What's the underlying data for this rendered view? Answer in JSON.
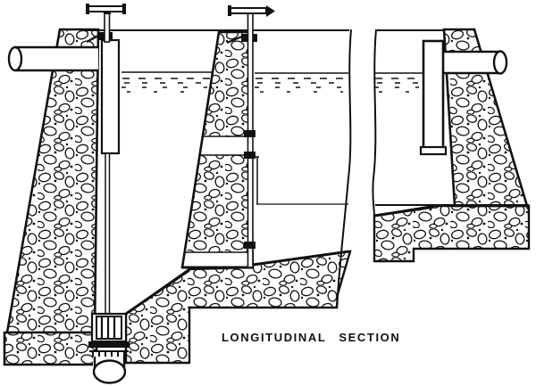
{
  "figure": {
    "caption": "LONGITUDINAL SECTION",
    "type": "technical line drawing, sectional elevation",
    "subject": "Masonry settling tank / filter shown in longitudinal section with inlet pipe, two gate-valve spindles with tee handles, a division wall pierced by two sluice gates, a washout drain valve with down pipe, stepped rubble foundations, broken-out middle length, and a tee-shaped outlet pipe through the far wall",
    "ink_color": "#111111",
    "paper_color": "#ffffff",
    "water_level_style": "solid surface line with rows of short dashes below",
    "components": {
      "inlet_pipe": "inlet-pipe",
      "left_wall": "left-masonry-wall",
      "left_spindle": "left-valve-spindle",
      "left_handle": "left-valve-tee-handle",
      "guide_tube": "spindle-guide-tube",
      "water_surface": "water-surface",
      "division_wall": "division-wall",
      "upper_gate": "upper-sluice-gate",
      "lower_gate": "lower-sluice-gate",
      "middle_spindle": "middle-valve-spindle",
      "middle_handle": "middle-valve-tee-handle",
      "break_lines": "drawing-break-lines",
      "outlet_pipe": "outlet-tee-pipe",
      "right_wall": "right-masonry-wall",
      "drain_valve": "drain-valve",
      "drain_pipe": "drain-down-pipe",
      "foundation": "stepped-foundation"
    }
  }
}
